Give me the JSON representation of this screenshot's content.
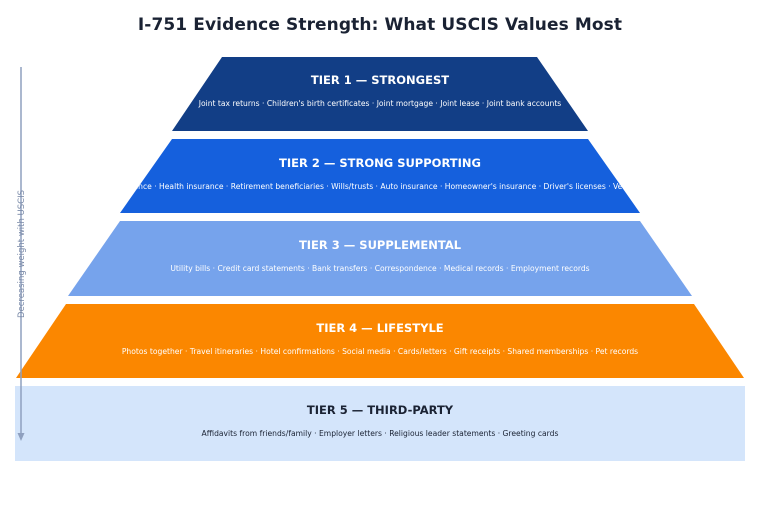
{
  "title": "I-751 Evidence Strength: What USCIS Values Most",
  "axis_label": "Decreasing weight with USCIS",
  "tiers": [
    {
      "title": "TIER 1 — STRONGEST",
      "items": "Joint tax returns · Children's birth certificates · Joint mortgage · Joint lease · Joint bank accounts",
      "fill": "#123e86",
      "text_color": "#ffffff"
    },
    {
      "title": "TIER 2 — STRONG SUPPORTING",
      "items": "Life insurance · Health insurance · Retirement beneficiaries · Wills/trusts · Auto insurance · Homeowner's insurance · Driver's licenses · Vehicle titles",
      "fill": "#1560dd",
      "text_color": "#ffffff"
    },
    {
      "title": "TIER 3 — SUPPLEMENTAL",
      "items": "Utility bills · Credit card statements · Bank transfers · Correspondence · Medical records · Employment records",
      "fill": "#76a3ec",
      "text_color": "#ffffff"
    },
    {
      "title": "TIER 4 — LIFESTYLE",
      "items": "Photos together · Travel itineraries · Hotel confirmations · Social media · Cards/letters · Gift receipts · Shared memberships · Pet records",
      "fill": "#fb8700",
      "text_color": "#ffffff"
    },
    {
      "title": "TIER 5 — THIRD-PARTY",
      "items": "Affidavits from friends/family · Employer letters · Religious leader statements · Greeting cards",
      "fill": "#d4e5fb",
      "text_color": "#1a2233"
    }
  ]
}
